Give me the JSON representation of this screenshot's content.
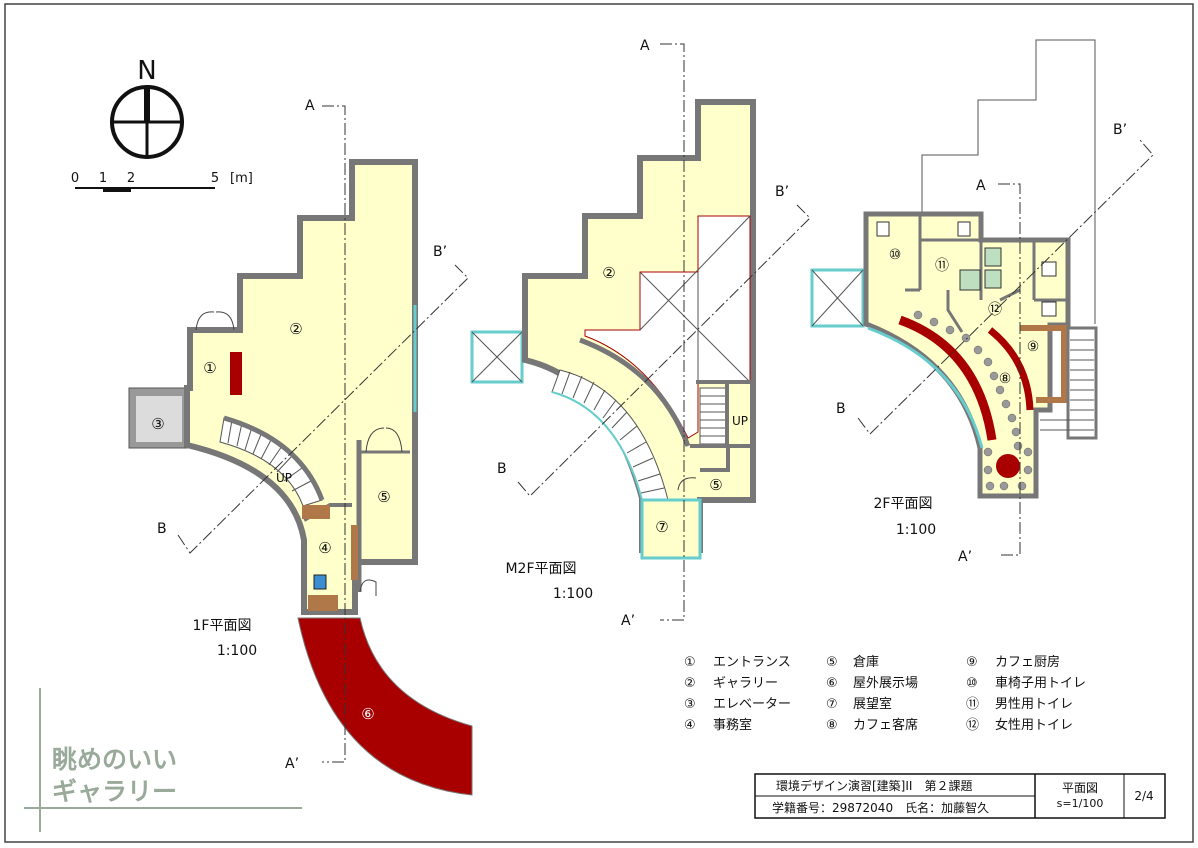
{
  "compass": {
    "north_label": "N"
  },
  "scale_bar": {
    "ticks": [
      "0",
      "1",
      "2",
      "5"
    ],
    "unit": "[m]"
  },
  "plans": {
    "floor1": {
      "title": "1F平面図",
      "scale": "1:100",
      "up_label": "UP",
      "rooms": [
        "①",
        "②",
        "③",
        "④",
        "⑤",
        "⑥"
      ]
    },
    "floorM2": {
      "title": "M2F平面図",
      "scale": "1:100",
      "up_label": "UP",
      "rooms": [
        "②",
        "⑤",
        "⑦"
      ]
    },
    "floor2": {
      "title": "2F平面図",
      "scale": "1:100",
      "rooms": [
        "⑩",
        "⑪",
        "⑫",
        "⑧",
        "⑨"
      ]
    }
  },
  "section_marks": {
    "a": "A",
    "a_prime": "A’",
    "b": "B",
    "b_prime": "B’"
  },
  "legend": [
    {
      "num": "①",
      "label": "エントランス"
    },
    {
      "num": "②",
      "label": "ギャラリー"
    },
    {
      "num": "③",
      "label": "エレベーター"
    },
    {
      "num": "④",
      "label": "事務室"
    },
    {
      "num": "⑤",
      "label": "倉庫"
    },
    {
      "num": "⑥",
      "label": "屋外展示場"
    },
    {
      "num": "⑦",
      "label": "展望室"
    },
    {
      "num": "⑧",
      "label": "カフェ客席"
    },
    {
      "num": "⑨",
      "label": "カフェ厨房"
    },
    {
      "num": "⑩",
      "label": "車椅子用トイレ"
    },
    {
      "num": "⑪",
      "label": "男性用トイレ"
    },
    {
      "num": "⑫",
      "label": "女性用トイレ"
    }
  ],
  "title_block": {
    "course": "環境デザイン演習[建築]II　第２課題",
    "student": "学籍番号：29872040　氏名：加藤智久",
    "drawing": "平面図",
    "drawing_scale": "s=1/100",
    "page": "2/4"
  },
  "project_title": {
    "line1": "眺めのいい",
    "line2": "ギャラリー"
  },
  "colors": {
    "floor_fill": "#ffffcc",
    "wall": "#777777",
    "outdoor_red": "#a80000",
    "wood": "#b07848",
    "title_green": "#9aaa9a",
    "glass": "#66cccc"
  }
}
